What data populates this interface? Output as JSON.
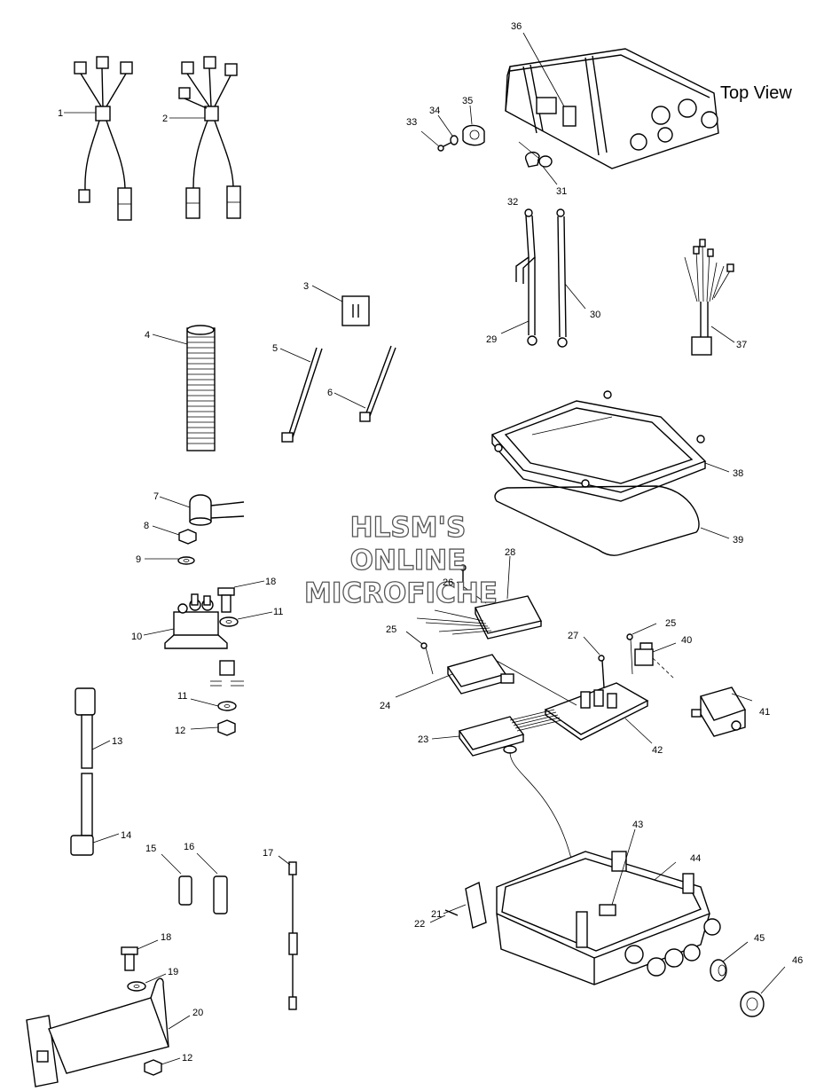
{
  "diagram": {
    "top_view_label": "Top View",
    "watermark": [
      "HLSM'S",
      "ONLINE",
      "MICROFICHE"
    ],
    "callouts": [
      "1",
      "2",
      "3",
      "4",
      "5",
      "6",
      "7",
      "8",
      "9",
      "10",
      "11",
      "12",
      "13",
      "14",
      "15",
      "16",
      "17",
      "18",
      "19",
      "20",
      "21",
      "22",
      "23",
      "24",
      "25",
      "26",
      "27",
      "28",
      "29",
      "30",
      "31",
      "32",
      "33",
      "34",
      "35",
      "36",
      "37",
      "38",
      "39",
      "40",
      "41",
      "42",
      "43",
      "44",
      "45",
      "46"
    ]
  }
}
